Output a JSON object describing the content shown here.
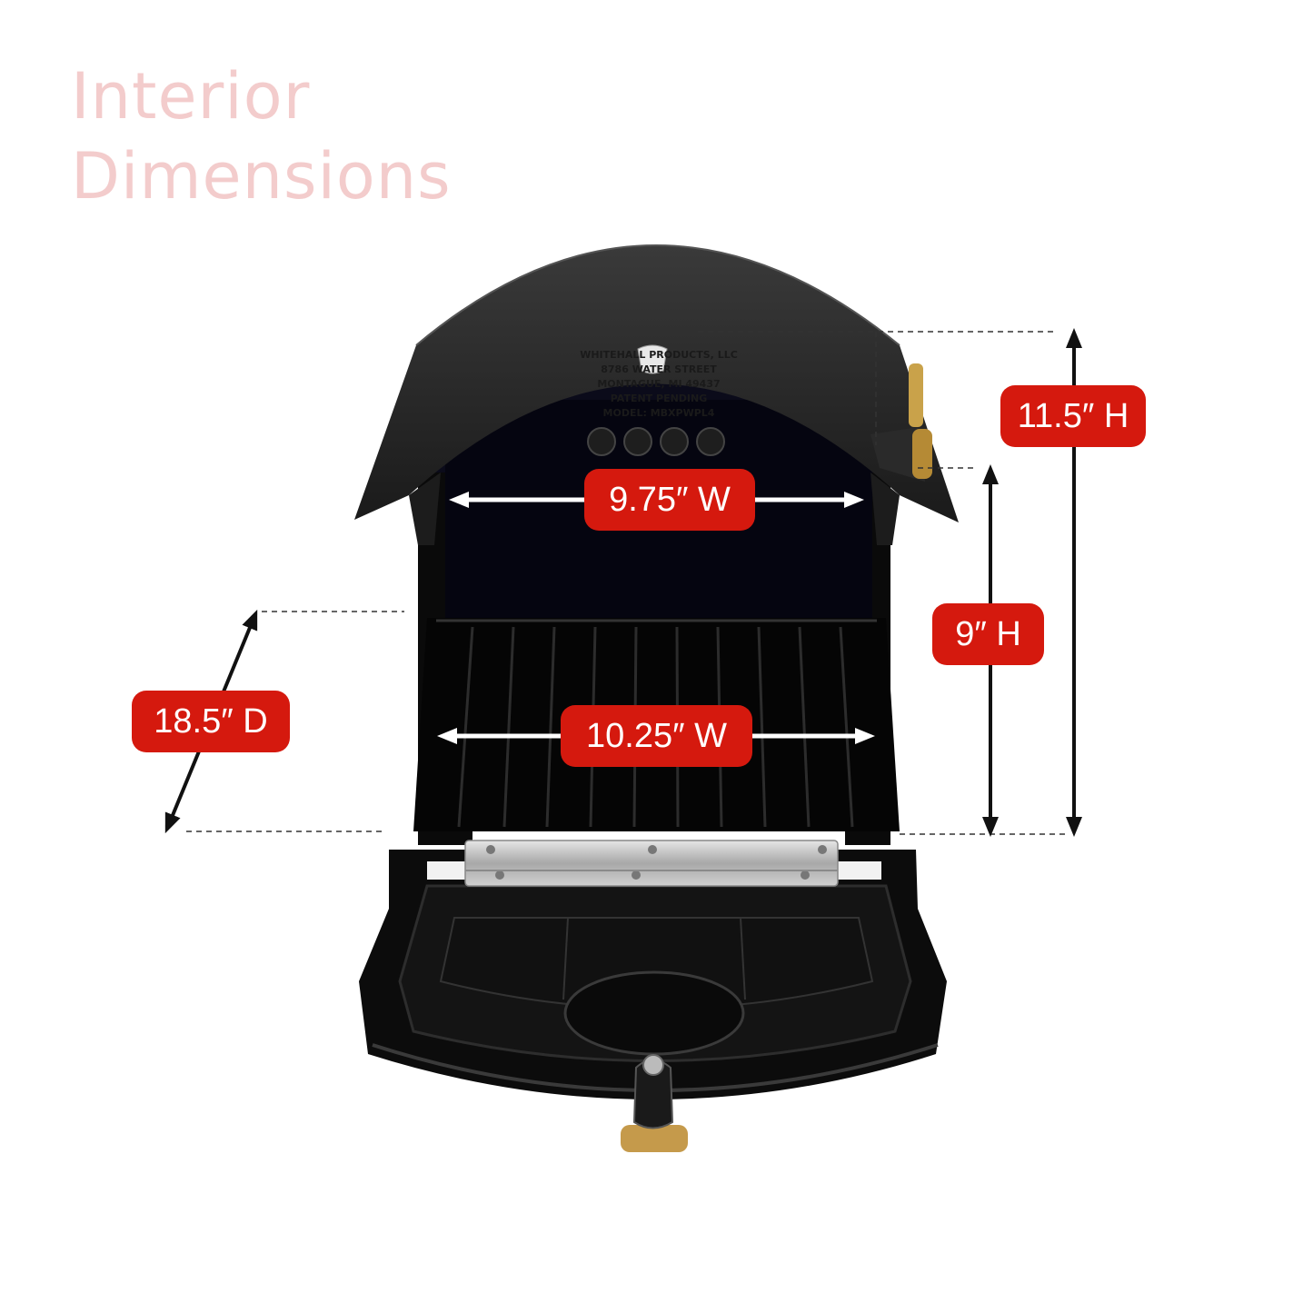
{
  "title": {
    "line1": "Interior",
    "line2": "Dimensions"
  },
  "labels": {
    "top_width": "9.75″ W",
    "bottom_width": "10.25″ W",
    "total_height": "11.5″ H",
    "inner_height": "9″ H",
    "depth": "18.5″ D"
  },
  "engraving": {
    "line1": "WHITEHALL PRODUCTS, LLC",
    "line2": "8786 WATER STREET",
    "line3": "MONTAGUE, MI 49437",
    "line4": "PATENT PENDING",
    "line5": "MODEL: MBXPWPL4"
  },
  "colors": {
    "label_background": "#d5190e",
    "label_text": "#ffffff",
    "title": "#f3cccc",
    "mailbox_body": "#111111",
    "flag": "#c9a24a"
  }
}
